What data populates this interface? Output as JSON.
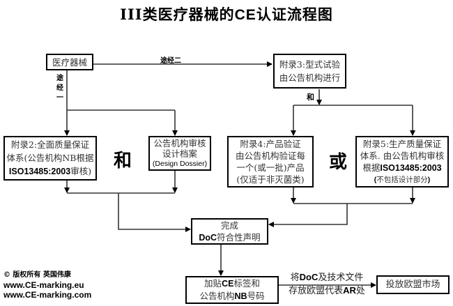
{
  "title": {
    "prefix": "III类医疗器械的",
    "ce": "CE",
    "suffix": "认证流程图"
  },
  "nodes": {
    "device": {
      "label": "医疗器械"
    },
    "annex3": {
      "line1": "附录3:型式试验",
      "line2": "由公告机构进行"
    },
    "annex2": {
      "line1": "附录2:全面质量保证",
      "line2": "体系(公告机构NB根据",
      "line3_bold": "ISO13485:2003",
      "line3_rest": "审核)"
    },
    "dossier": {
      "line1": "公告机构审核",
      "line2": "设计档案",
      "line3": "(Design Dossier)"
    },
    "annex4": {
      "line1": "附录4:产品验证",
      "line2": "由公告机构验证每",
      "line3": "一个(或一批)产品",
      "line4": "(仅适于非灭菌类)"
    },
    "annex5": {
      "line1": "附录5:生产质量保证",
      "line2": "体系. 由公告机构审核",
      "line3_pre": "根据",
      "line3_bold": "ISO13485:2003",
      "line4_open": "(",
      "line4_mid": "不包括设计部分",
      "line4_close": ")"
    },
    "doc": {
      "line1": "完成",
      "line2_bold": "DoC",
      "line2_rest": "符合性声明"
    },
    "ce_label": {
      "line1_pre": "加贴",
      "line1_bold": "CE",
      "line1_rest": "标签和",
      "line2_pre": "公告机构",
      "line2_bold": "NB",
      "line2_rest": "号码"
    },
    "market": {
      "label": "投放欧盟市场"
    }
  },
  "edge_labels": {
    "route1": [
      "途",
      "经",
      "一"
    ],
    "route2": "途经二",
    "and_small": "和",
    "and_big": "和",
    "or_big": "或",
    "store": {
      "line1_pre": "将",
      "line1_bold": "DoC",
      "line1_rest": "及技术文件",
      "line2_pre": "存放欧盟代表",
      "line2_bold": "AR",
      "line2_rest": "处"
    }
  },
  "footer": {
    "copyright_symbol": "©",
    "copyright_text": "版权所有 英国伟康",
    "url1": "www.CE-marking.eu",
    "url2": "www.CE-marking.com"
  }
}
